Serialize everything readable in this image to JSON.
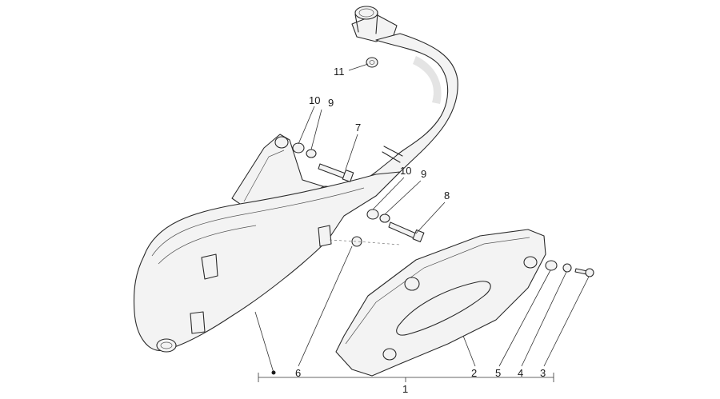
{
  "callouts": [
    {
      "id": "1",
      "label": "1"
    },
    {
      "id": "2",
      "label": "2"
    },
    {
      "id": "3",
      "label": "3"
    },
    {
      "id": "4",
      "label": "4"
    },
    {
      "id": "5",
      "label": "5"
    },
    {
      "id": "6",
      "label": "6"
    },
    {
      "id": "7",
      "label": "7"
    },
    {
      "id": "8",
      "label": "8"
    },
    {
      "id": "9a",
      "label": "9"
    },
    {
      "id": "9b",
      "label": "9"
    },
    {
      "id": "10a",
      "label": "10"
    },
    {
      "id": "10b",
      "label": "10"
    },
    {
      "id": "11",
      "label": "11"
    }
  ]
}
